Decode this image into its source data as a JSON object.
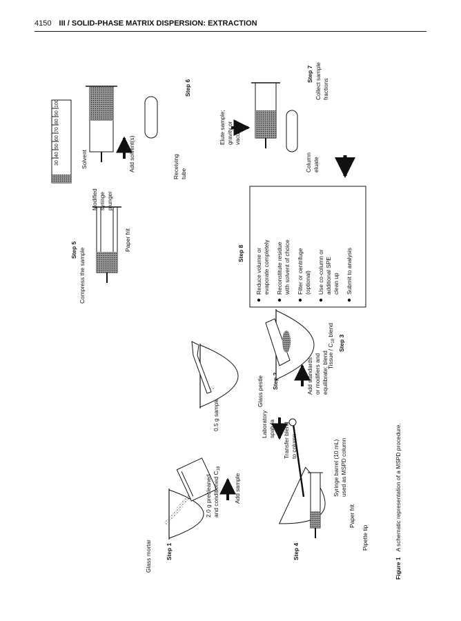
{
  "header": {
    "page_number": "4150",
    "running_title": "III / SOLID-PHASE MATRIX DISPERSION: EXTRACTION"
  },
  "caption": {
    "label": "Figure 1",
    "text": "A schematic representation of a MSPD procedure."
  },
  "steps": {
    "step1": "Step 1",
    "step2": "Step 2",
    "step3": "Step 3",
    "step4": "Step 4",
    "step5": "Step 5",
    "step6": "Step 6",
    "step7": "Step 7",
    "step8": "Step 8"
  },
  "labels": {
    "glass_mortar": "Glass mortar",
    "precleaned_1": "2.0 g precleaned",
    "precleaned_2": "and conditioned C",
    "precleaned_sub": "18",
    "add_sample": "Add sample",
    "sample": "0.5 g sample",
    "glass_pestle": "Glass pestle",
    "add_std_1": "Add standards",
    "add_std_2": "or modifiers and",
    "add_std_3": "equilibrate; blend",
    "tissue_blend_a": "Tissue / C",
    "tissue_blend_sub": "18",
    "tissue_blend_b": " blend",
    "lab_spatula_1": "Laboratory",
    "lab_spatula_2": "spatula",
    "transfer_1": "Transfer blend",
    "transfer_2": "to column",
    "syringe_barrel_1": "Syringe barrel  (10 mL)",
    "syringe_barrel_2": "used as MSPD column",
    "paper_frit": "Paper frit",
    "pipette_tip": "Pipette tip",
    "compress": "Compress the sample",
    "modified_1": "Modified",
    "modified_2": "syringe",
    "modified_3": "plunger",
    "paper_frit_2": "Paper frit",
    "solvent": "Solvent",
    "add_solvent": "Add solvent(s)",
    "receiving_1": "Receiving",
    "receiving_2": "tube",
    "elute_1": "Elute sample;",
    "elute_2": "gravity or",
    "elute_3": "vacuum",
    "collect_1": "Collect sample",
    "collect_2": "fractions",
    "column_eluate_1": "Column",
    "column_eluate_2": "eluate"
  },
  "cylinder_scale": [
    "100",
    "90",
    "80",
    "70",
    "60",
    "50",
    "40",
    "30"
  ],
  "step8_items": [
    [
      "Reduce volume or",
      "evaporate completely"
    ],
    [
      "Reconstitute residue",
      "with solvent of choice"
    ],
    [
      "Filter or centrifuge",
      "(optional)"
    ],
    [
      "Use co-column or",
      "additional SPE",
      "clean up"
    ],
    [
      "Submit to analysis"
    ]
  ]
}
